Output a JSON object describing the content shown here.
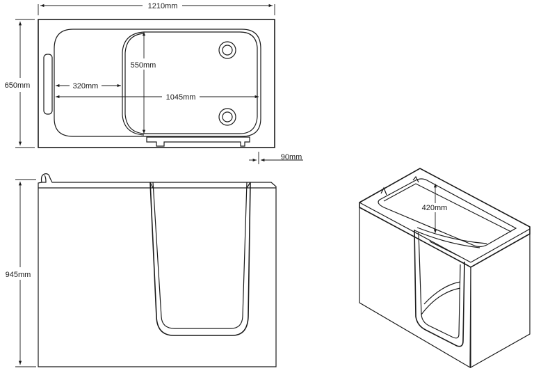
{
  "dimensions": {
    "overall_length": "1210mm",
    "overall_width": "650mm",
    "inner_width": "550mm",
    "seat_depth": "320mm",
    "inner_length": "1045mm",
    "door_offset": "90mm",
    "overall_height": "945mm",
    "seat_height": "420mm"
  }
}
